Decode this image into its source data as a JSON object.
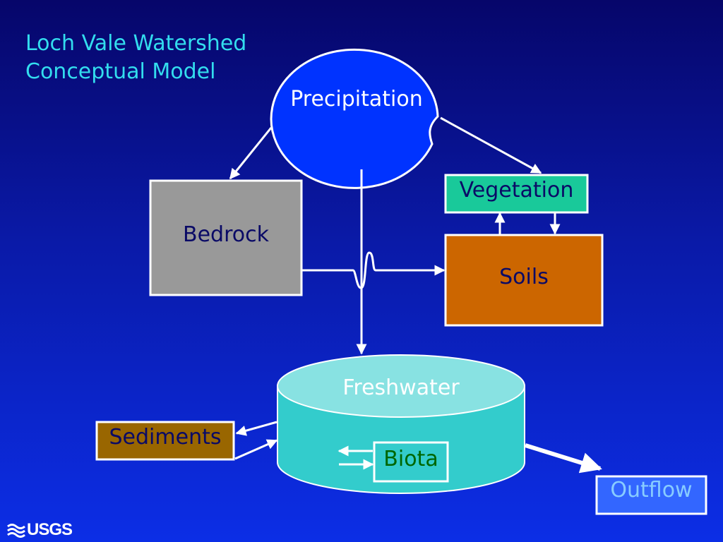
{
  "slide": {
    "title_line1": "Loch Vale Watershed",
    "title_line2": "Conceptual Model"
  },
  "nodes": {
    "precipitation": "Precipitation",
    "bedrock": "Bedrock",
    "vegetation": "Vegetation",
    "soils": "Soils",
    "freshwater": "Freshwater",
    "biota": "Biota",
    "sediments": "Sediments",
    "outflow": "Outflow"
  },
  "logo": {
    "text": "USGS",
    "icon": "usgs-wave-icon"
  },
  "colors": {
    "background_top": "#06066a",
    "background_bottom": "#0c2ee6",
    "title": "#33ddee",
    "bedrock_fill": "#999999",
    "vegetation_fill": "#19c99a",
    "soils_fill": "#cc6600",
    "sediments_fill": "#996600",
    "freshwater_body": "#33cccc",
    "freshwater_top": "#88e2e2",
    "outflow_fill": "#3366ff",
    "node_text_dark": "#0a0a66",
    "biota_text": "#006600"
  }
}
